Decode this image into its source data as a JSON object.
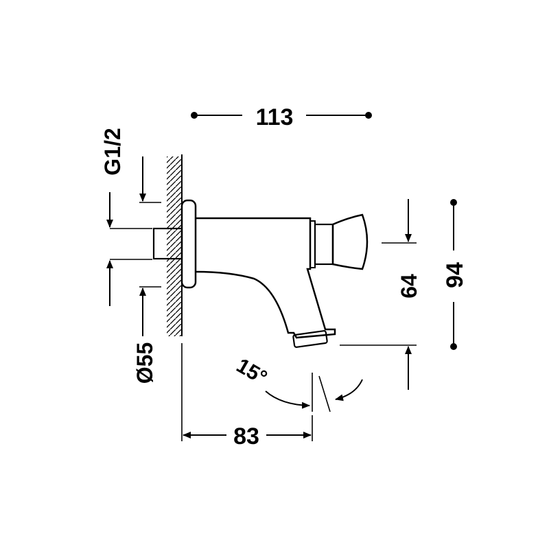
{
  "dimensions": {
    "width_top": "113",
    "thread": "G1/2",
    "height_total": "94",
    "height_spout": "64",
    "flange_diameter": "Ø55",
    "depth_wall": "83",
    "spout_angle": "15°"
  },
  "colors": {
    "ink": "#000000",
    "background": "#ffffff"
  }
}
